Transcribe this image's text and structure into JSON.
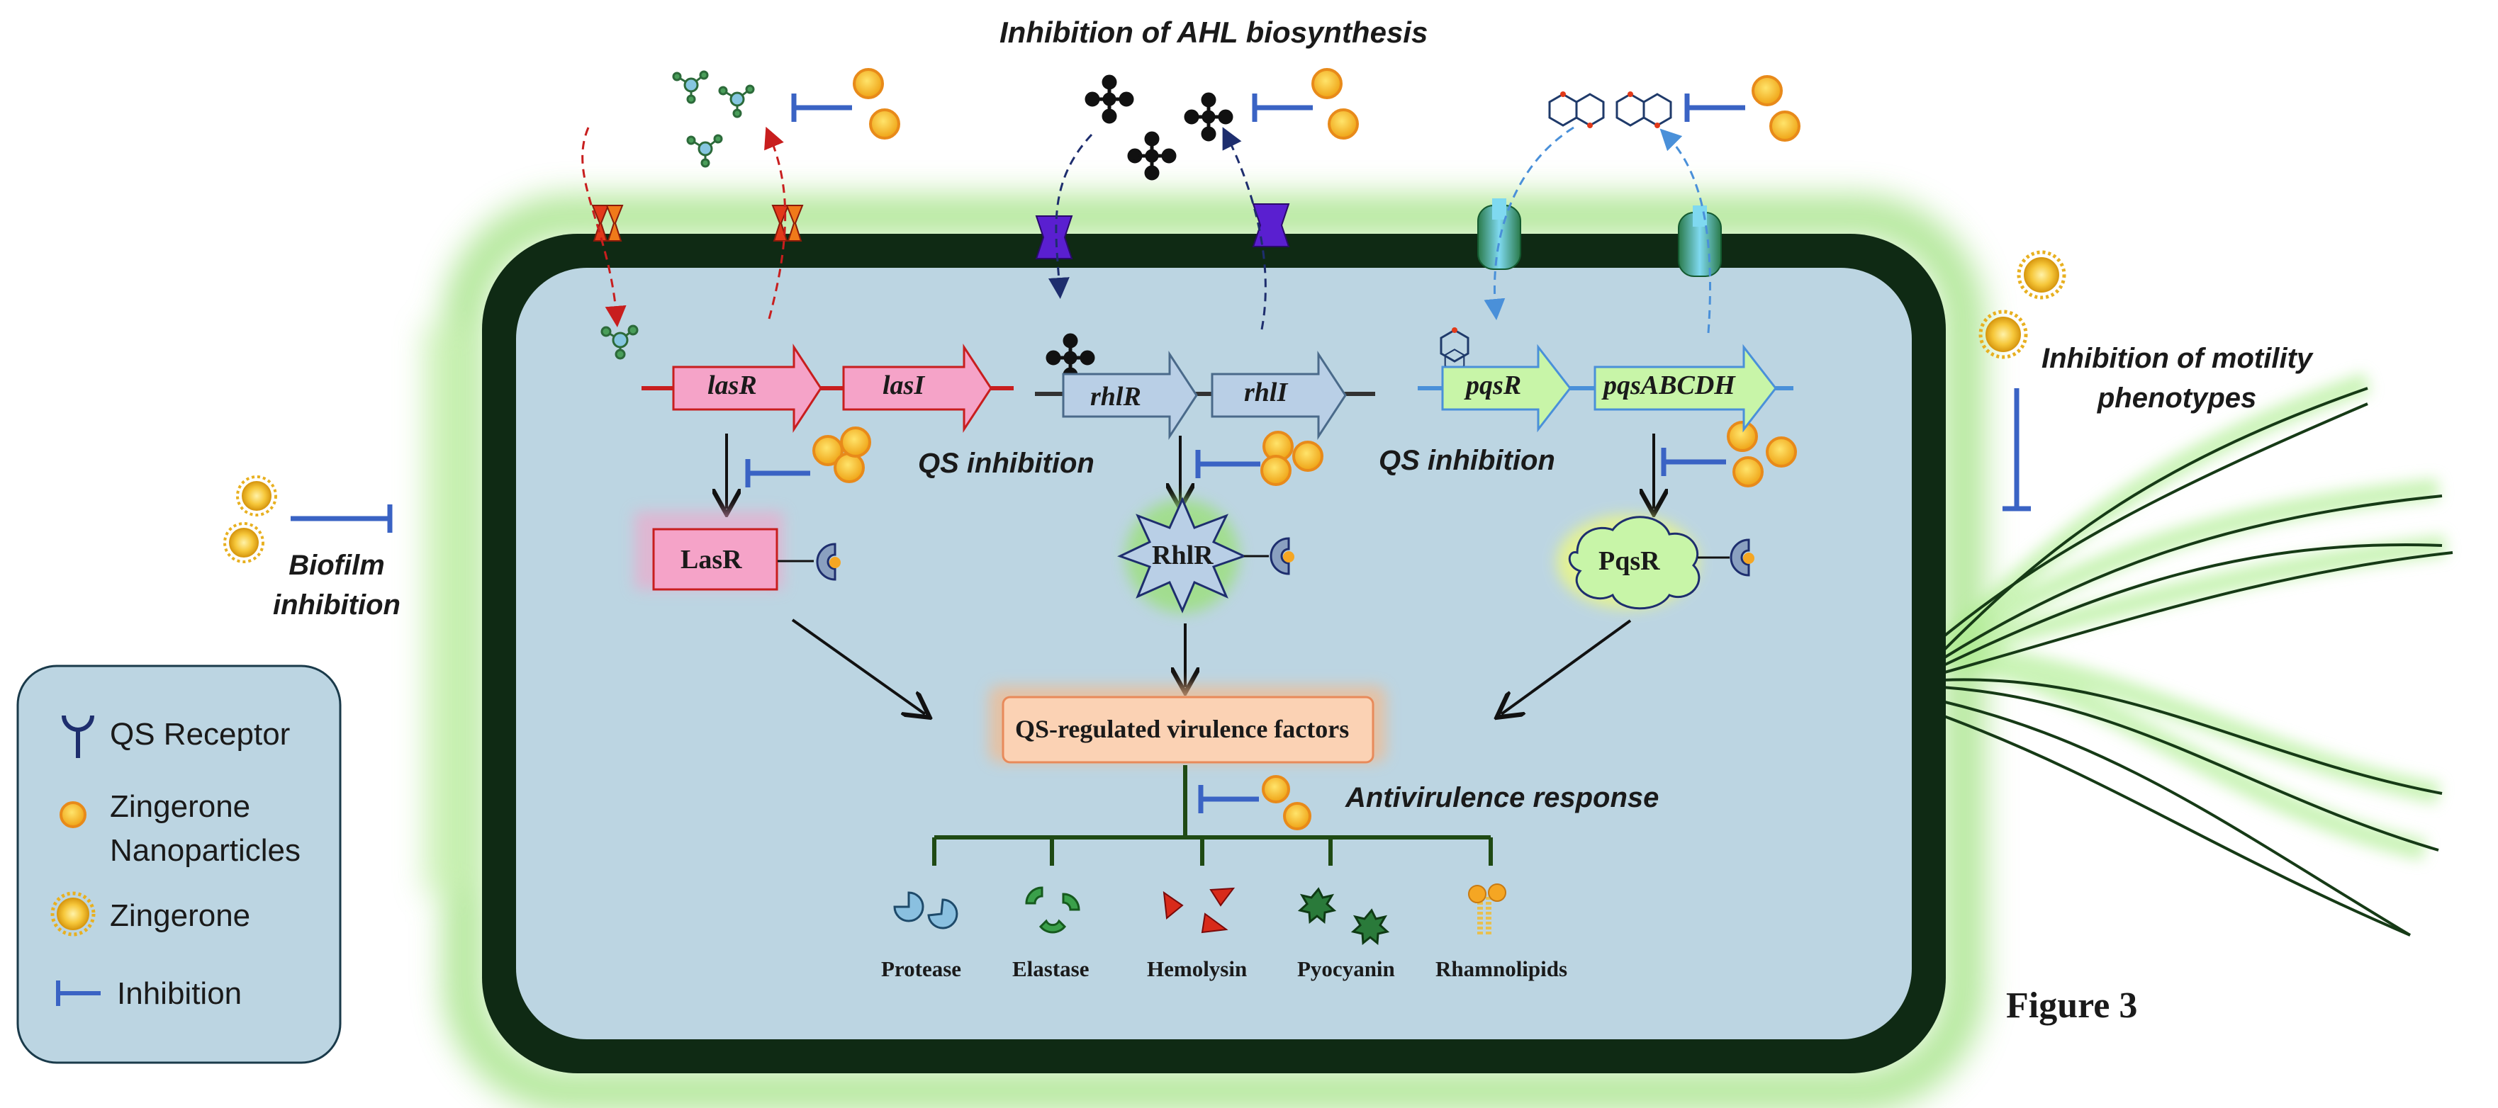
{
  "title_top": "Inhibition of AHL biosynthesis",
  "qs_inhibition_left": "QS inhibition",
  "qs_inhibition_right": "QS inhibition",
  "motility": {
    "line1": "Inhibition of motility",
    "line2": "phenotypes"
  },
  "biofilm": {
    "line1": "Biofilm",
    "line2": "inhibition"
  },
  "antivirulence": "Antivirulence response",
  "figure_label": "Figure 3",
  "genes": {
    "lasR": "lasR",
    "lasI": "lasI",
    "rhlR": "rhlR",
    "rhlI": "rhlI",
    "pqsR": "pqsR",
    "pqsABCDH": "pqsABCDH"
  },
  "proteins": {
    "LasR": "LasR",
    "RhlR": "RhlR",
    "PqsR": "PqsR"
  },
  "central_box": "QS-regulated virulence factors",
  "virulence_factors": [
    "Protease",
    "Elastase",
    "Hemolysin",
    "Pyocyanin",
    "Rhamnolipids"
  ],
  "legend": {
    "receptor": "QS Receptor",
    "nanoparticles_line1": "Zingerone",
    "nanoparticles_line2": "Nanoparticles",
    "zingerone": "Zingerone",
    "inhibition": "Inhibition"
  },
  "colors": {
    "cell_wall": "#0f2a14",
    "cytoplasm": "#bcd5e2",
    "halo": "#9be07a",
    "las_gene": "#f5a3c8",
    "rhl_gene": "#b9cfe6",
    "pqs_gene": "#c8f5a8",
    "inhibition_blue": "#3a63c4",
    "las_arrow": "#c81e1e",
    "rhl_arrow": "#1e2e6e",
    "pqs_arrow": "#4a90d9",
    "flagella": "#163a16",
    "nanoparticle": "#f5a623",
    "legend_bg": "#bcd5e2"
  }
}
